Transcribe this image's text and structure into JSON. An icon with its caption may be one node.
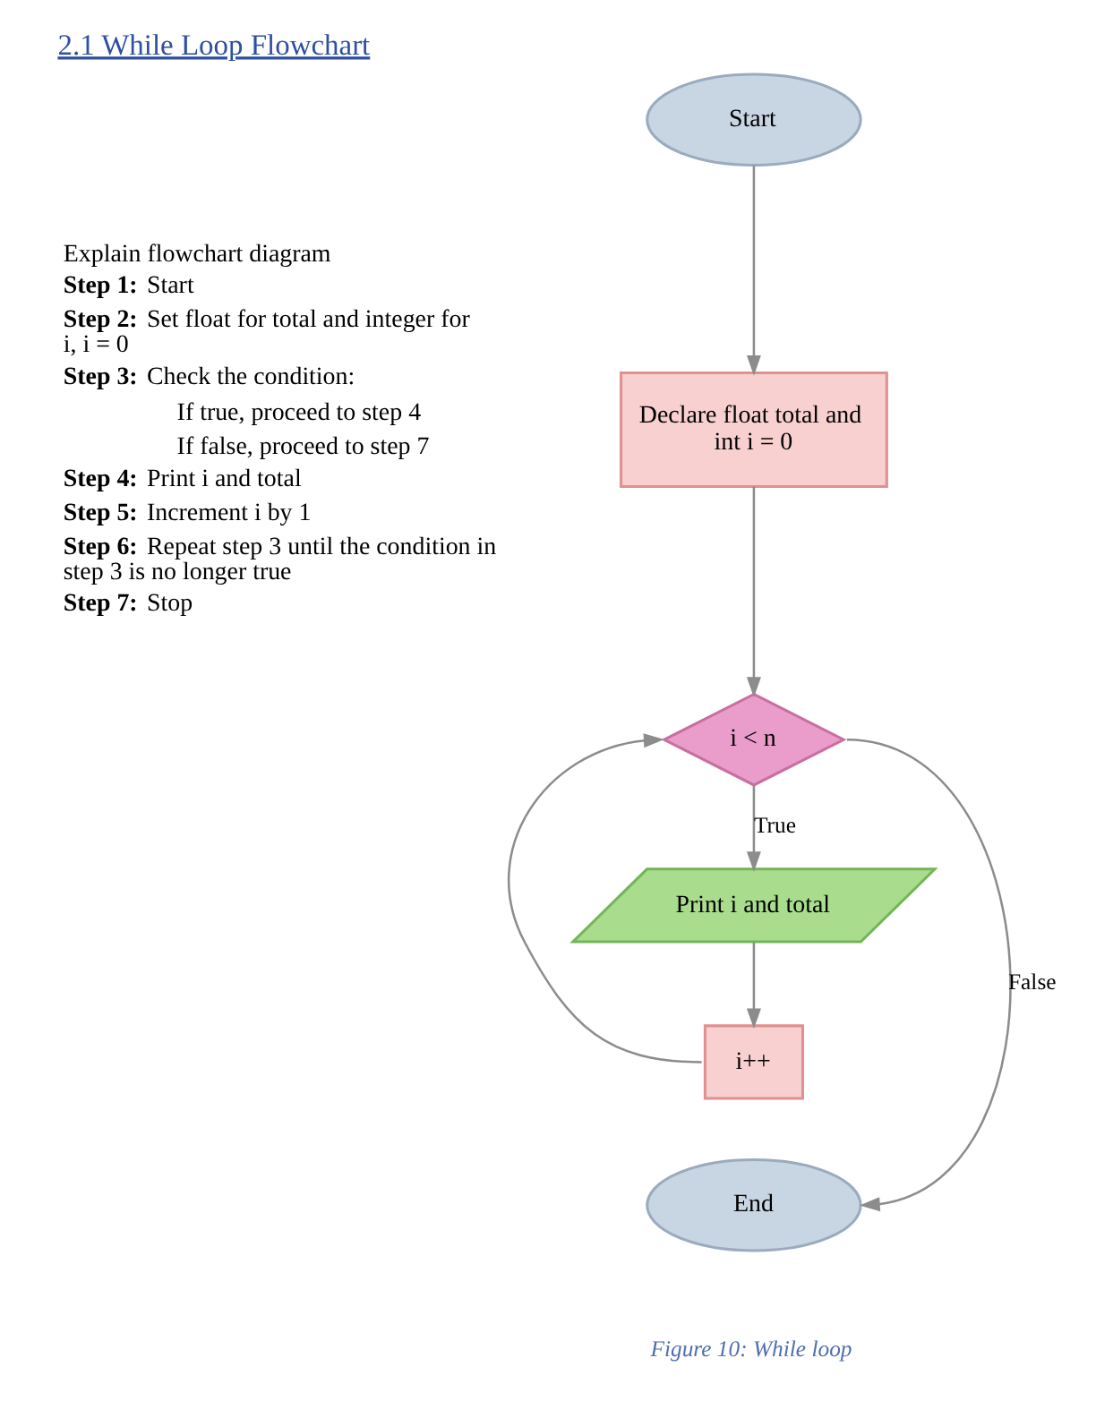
{
  "diagram": {
    "title": "2.1 While Loop Flowchart",
    "caption": "Figure 10: While loop",
    "nodes": [
      {
        "text": [
          "Start"
        ]
      },
      {
        "text": [
          "Declare float total and int i = 0"
        ]
      },
      {
        "text": [
          "i < n"
        ]
      },
      {
        "text": [
          "Print i and total"
        ]
      },
      {
        "text": [
          "i++"
        ]
      },
      {
        "text": [
          "End"
        ]
      }
    ],
    "edges": [
      {
        "from": 0,
        "to": 1,
        "arrow": "to"
      },
      {
        "from": 1,
        "to": 2,
        "arrow": "to"
      },
      {
        "from": 2,
        "to": 3,
        "arrow": "to",
        "label": "True"
      },
      {
        "from": 3,
        "to": 4,
        "arrow": "to"
      },
      {
        "from": 4,
        "to": 2,
        "arrow": "to"
      },
      {
        "from": 2,
        "to": 5,
        "arrow": "to",
        "label": "False"
      }
    ],
    "labels": [
      "Explain flowchart diagram",
      "**Step 1:** Start",
      "**Step 2:** Set float for total and integer for i, i = 0",
      "**Step 3:** Check the condition:",
      "If true, proceed to step 4",
      "If false, proceed to step 7",
      "**Step 4:** Print i and total",
      "**Step 5:** Increment i by 1",
      "**Step 6:** Repeat step 3 until the condition in step 3 is no longer true",
      "**Step 7:** Stop"
    ]
  }
}
